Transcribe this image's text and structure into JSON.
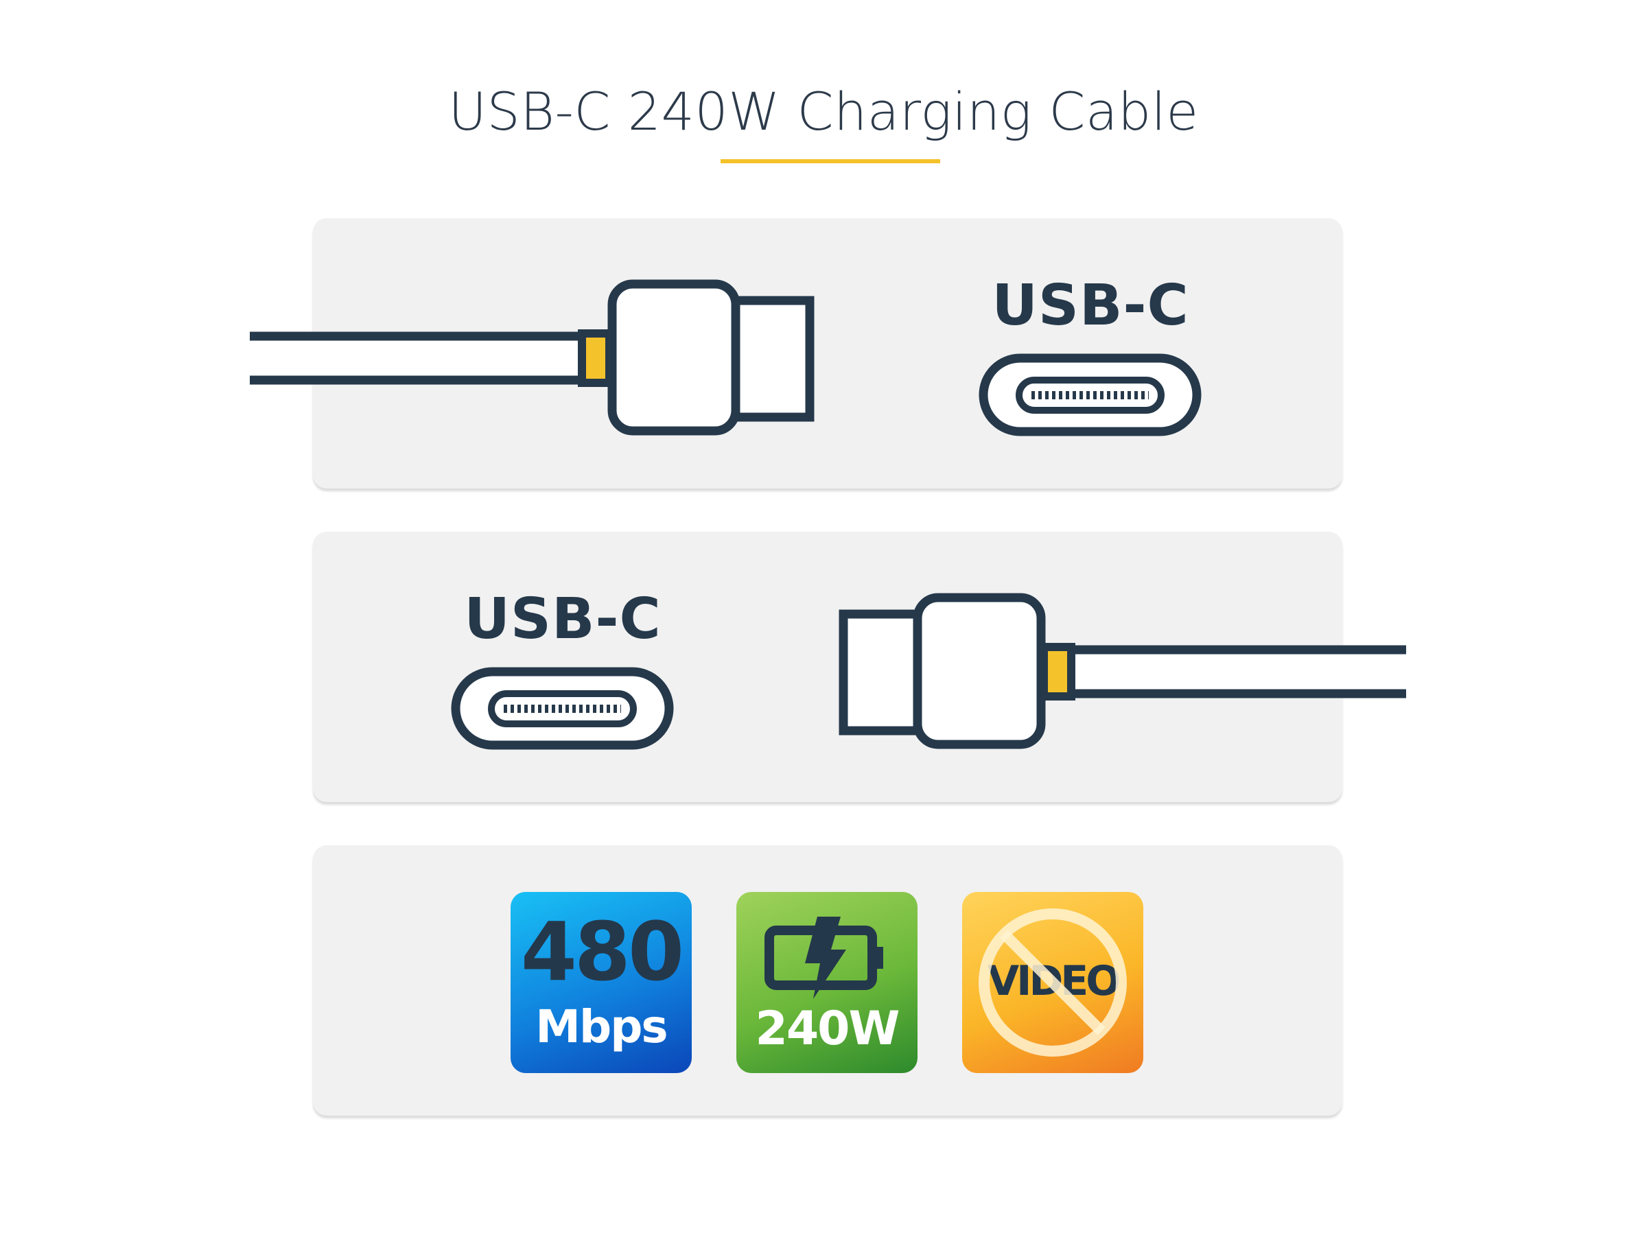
{
  "title": "USB-C 240W Charging Cable",
  "connectors": {
    "top": {
      "label": "USB-C"
    },
    "bottom": {
      "label": "USB-C"
    }
  },
  "features": {
    "speed": {
      "value": "480",
      "unit": "Mbps",
      "icon": "data-speed-badge"
    },
    "power": {
      "value": "240W",
      "icon": "battery-bolt-icon"
    },
    "video": {
      "text": "VIDEO",
      "icon": "no-video-icon"
    }
  },
  "colors": {
    "accent": "#f4c22b",
    "outline": "#26394b",
    "panel": "#f1f1f1",
    "speed_badge": "#1082de",
    "power_badge": "#6bb83a",
    "video_badge": "#fbb628"
  }
}
